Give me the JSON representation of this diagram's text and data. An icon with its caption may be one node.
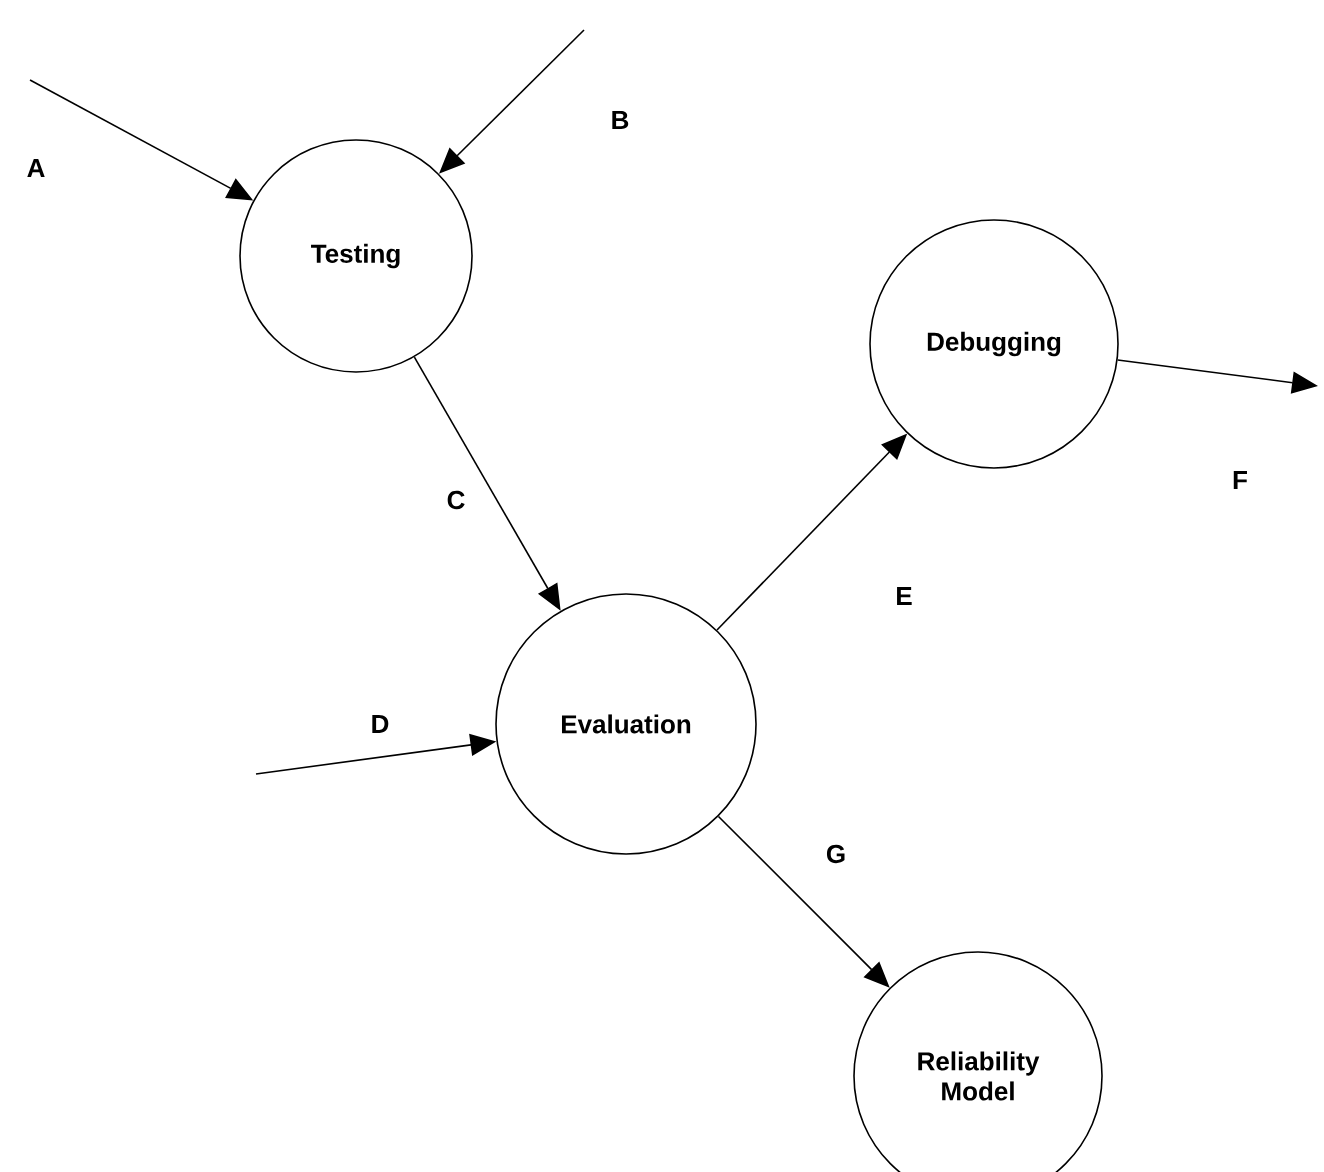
{
  "diagram": {
    "nodes": [
      {
        "text": [
          "Testing"
        ]
      },
      {
        "text": [
          "Debugging"
        ]
      },
      {
        "text": [
          "Evaluation"
        ]
      },
      {
        "text": [
          "Reliability Model"
        ]
      }
    ],
    "edges": [
      {
        "from": null,
        "to": 0,
        "arrow": "to",
        "label": "A"
      },
      {
        "from": null,
        "to": 0,
        "arrow": "to",
        "label": "B"
      },
      {
        "from": 0,
        "to": 2,
        "arrow": "to",
        "label": "C"
      },
      {
        "from": null,
        "to": 2,
        "arrow": "to",
        "label": "D"
      },
      {
        "from": 2,
        "to": 1,
        "arrow": "to",
        "label": "E"
      },
      {
        "from": 1,
        "to": null,
        "arrow": "to",
        "label": "F"
      },
      {
        "from": 2,
        "to": 3,
        "arrow": "to",
        "label": "G"
      }
    ]
  }
}
